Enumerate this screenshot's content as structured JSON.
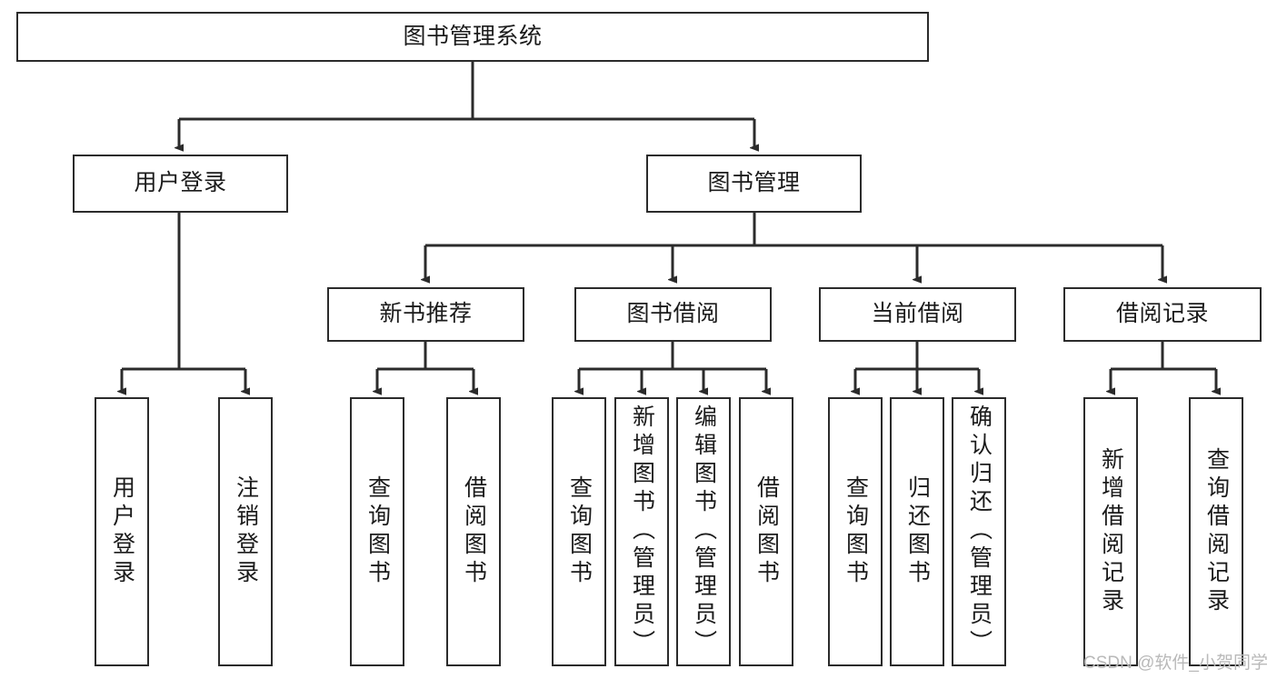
{
  "diagram": {
    "type": "tree",
    "title": "图书管理系统",
    "orientation": "top-down",
    "colors": {
      "node_border": "#2b2b2b",
      "node_fill": "#ffffff",
      "edge": "#2b2b2b",
      "text": "#1b1b1b",
      "watermark": "#b9b9b9",
      "background": "#ffffff"
    },
    "levels": 4,
    "nodes": {
      "root": {
        "label": "图书管理系统"
      },
      "level2": [
        {
          "label": "用户登录"
        },
        {
          "label": "图书管理"
        }
      ],
      "level3": [
        {
          "label": "新书推荐"
        },
        {
          "label": "图书借阅"
        },
        {
          "label": "当前借阅"
        },
        {
          "label": "借阅记录"
        }
      ],
      "leaves": {
        "user_login": [
          {
            "label": "用户登录"
          },
          {
            "label": "注销登录"
          }
        ],
        "new_book": [
          {
            "label": "查询图书"
          },
          {
            "label": "借阅图书"
          }
        ],
        "book_borrow": [
          {
            "label": "查询图书"
          },
          {
            "label": "新增图书（管理员）"
          },
          {
            "label": "编辑图书（管理员）"
          },
          {
            "label": "借阅图书"
          }
        ],
        "current_borrow": [
          {
            "label": "查询图书"
          },
          {
            "label": "归还图书"
          },
          {
            "label": "确认归还（管理员）"
          }
        ],
        "borrow_record": [
          {
            "label": "新增借阅记录"
          },
          {
            "label": "查询借阅记录"
          }
        ]
      }
    }
  },
  "watermark": {
    "text": "CSDN @软件_小贺同学"
  }
}
